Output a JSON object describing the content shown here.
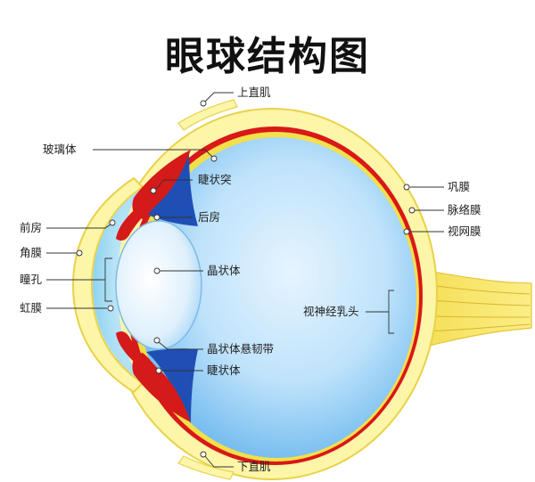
{
  "title": "眼球结构图",
  "labels": {
    "superior_rectus": "上直肌",
    "vitreous": "玻璃体",
    "ciliary_process": "睫状突",
    "posterior_chamber": "后房",
    "anterior_chamber": "前房",
    "cornea": "角膜",
    "pupil": "瞳孔",
    "iris": "虹膜",
    "lens": "晶状体",
    "zonule": "晶状体悬韧带",
    "ciliary_body": "睫状体",
    "sclera": "巩膜",
    "choroid": "脉络膜",
    "retina": "视网膜",
    "optic_disc": "视神经乳头",
    "inferior_rectus": "下直肌"
  },
  "colors": {
    "sclera": "#fdf5a8",
    "sclera_edge": "#e8d24a",
    "choroid": "#d91818",
    "retina": "#f2e04a",
    "vitreous": "#bfe3fb",
    "vitreous_deep": "#7fc4f2",
    "lens": "#e4f3fd",
    "ciliary_blue": "#1f4fb5",
    "muscle_red": "#d51a1a",
    "optic_nerve": "#f8e66a"
  }
}
